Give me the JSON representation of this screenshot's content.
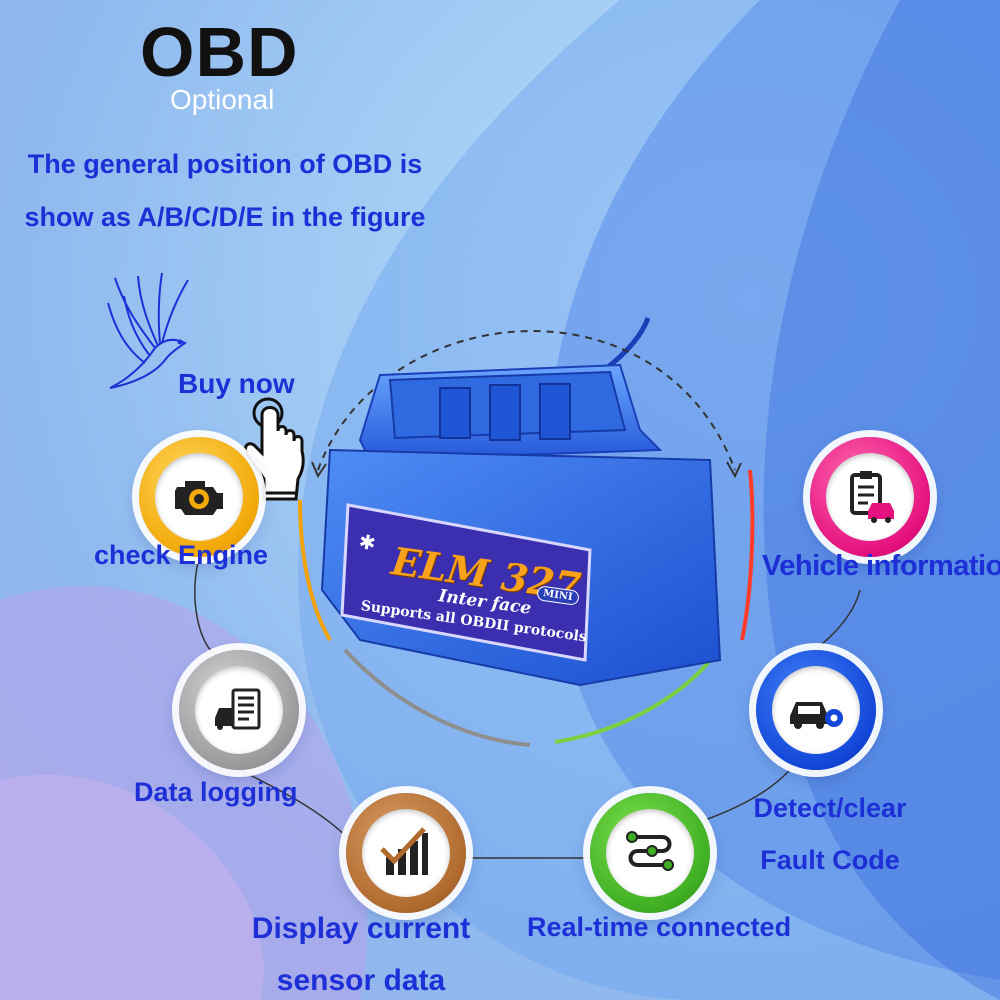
{
  "header": {
    "title": "OBD",
    "subtitle": "Optional"
  },
  "info_text": "The general position of OBD is show as A/B/C/D/E in the figure",
  "buy_now": "Buy now",
  "device": {
    "model": "ELM 327",
    "interface": "Inter face",
    "protocols": "Supports all OBDII protocols",
    "badge": "MINI"
  },
  "features": {
    "check_engine": {
      "label": "check Engine",
      "icon": "engine-icon",
      "color": "#f2a807"
    },
    "vehicle_information": {
      "label": "Vehicle information",
      "icon": "clipboard-car-icon",
      "color": "#e5117e"
    },
    "data_logging": {
      "label": "Data logging",
      "icon": "car-document-icon",
      "color": "#9a9a9a"
    },
    "detect_clear": {
      "label": "Detect/clear Fault Code",
      "icon": "car-gear-icon",
      "color": "#1347d8"
    },
    "display_sensor": {
      "label": "Display current sensor data",
      "icon": "bar-chart-check-icon",
      "color": "#b06a2e"
    },
    "realtime": {
      "label": "Real-time connected",
      "icon": "connection-path-icon",
      "color": "#3fae22"
    }
  }
}
